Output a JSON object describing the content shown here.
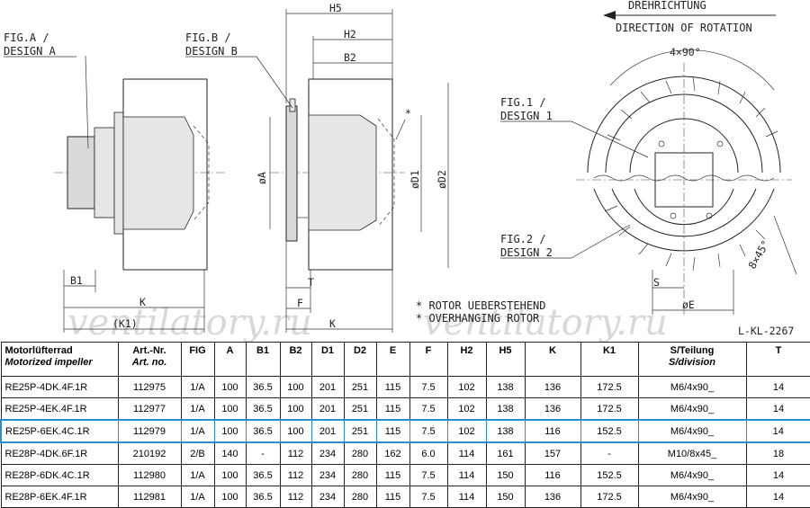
{
  "drawing": {
    "fig_a": [
      "FIG.A /",
      "DESIGN A"
    ],
    "fig_b": [
      "FIG.B /",
      "DESIGN B"
    ],
    "fig_1": [
      "FIG.1 /",
      "DESIGN 1"
    ],
    "fig_2": [
      "FIG.2 /",
      "DESIGN 2"
    ],
    "rotation": [
      "DREHRICHTUNG",
      "DIRECTION OF ROTATION"
    ],
    "dims": {
      "h5": "H5",
      "h2": "H2",
      "b2": "B2",
      "b1": "B1",
      "k": "K",
      "k1": "(K1)",
      "f": "F",
      "t": "T",
      "a": "øA",
      "d1": "øD1",
      "d2": "øD2",
      "e": "øE",
      "s": "S",
      "angle_top": "4×90°",
      "angle_side": "8×45°",
      "star": "*"
    },
    "notes": [
      "* ROTOR UEBERSTEHEND",
      "* OVERHANGING ROTOR"
    ],
    "drawing_id": "L-KL-2267",
    "watermark": [
      "ventilatory.ru",
      "ventilatory.ru"
    ]
  },
  "table": {
    "headers": [
      {
        "main": "Motorlüfterrad",
        "sub": "Motorized impeller"
      },
      {
        "main": "Art.-Nr.",
        "sub": "Art. no."
      },
      {
        "main": "FIG",
        "sub": ""
      },
      {
        "main": "A",
        "sub": ""
      },
      {
        "main": "B1",
        "sub": ""
      },
      {
        "main": "B2",
        "sub": ""
      },
      {
        "main": "D1",
        "sub": ""
      },
      {
        "main": "D2",
        "sub": ""
      },
      {
        "main": "E",
        "sub": ""
      },
      {
        "main": "F",
        "sub": ""
      },
      {
        "main": "H2",
        "sub": ""
      },
      {
        "main": "H5",
        "sub": ""
      },
      {
        "main": "K",
        "sub": ""
      },
      {
        "main": "K1",
        "sub": ""
      },
      {
        "main": "S/Teilung",
        "sub": "S/division"
      },
      {
        "main": "T",
        "sub": ""
      }
    ],
    "rows": [
      [
        "RE25P-4DK.4F.1R",
        "112975",
        "1/A",
        "100",
        "36.5",
        "100",
        "201",
        "251",
        "115",
        "7.5",
        "102",
        "138",
        "136",
        "172.5",
        "M6/4x90_",
        "14"
      ],
      [
        "RE25P-4EK.4F.1R",
        "112977",
        "1/A",
        "100",
        "36.5",
        "100",
        "201",
        "251",
        "115",
        "7.5",
        "102",
        "138",
        "136",
        "172.5",
        "M6/4x90_",
        "14"
      ],
      [
        "RE25P-6EK.4C.1R",
        "112979",
        "1/A",
        "100",
        "36.5",
        "100",
        "201",
        "251",
        "115",
        "7.5",
        "102",
        "138",
        "116",
        "152.5",
        "M6/4x90_",
        "14"
      ],
      [
        "RE28P-4DK.6F.1R",
        "210192",
        "2/B",
        "140",
        "-",
        "112",
        "234",
        "280",
        "162",
        "6.0",
        "114",
        "161",
        "157",
        "-",
        "M10/8x45_",
        "18"
      ],
      [
        "RE28P-6DK.4C.1R",
        "112980",
        "1/A",
        "100",
        "36.5",
        "112",
        "234",
        "280",
        "115",
        "7.5",
        "114",
        "150",
        "116",
        "152.5",
        "M6/4x90_",
        "14"
      ],
      [
        "RE28P-6EK.4F.1R",
        "112981",
        "1/A",
        "100",
        "36.5",
        "112",
        "234",
        "280",
        "115",
        "7.5",
        "114",
        "150",
        "136",
        "172.5",
        "M6/4x90_",
        "14"
      ]
    ],
    "highlighted_row": 2,
    "highlight_color": "#2a8fcf"
  }
}
